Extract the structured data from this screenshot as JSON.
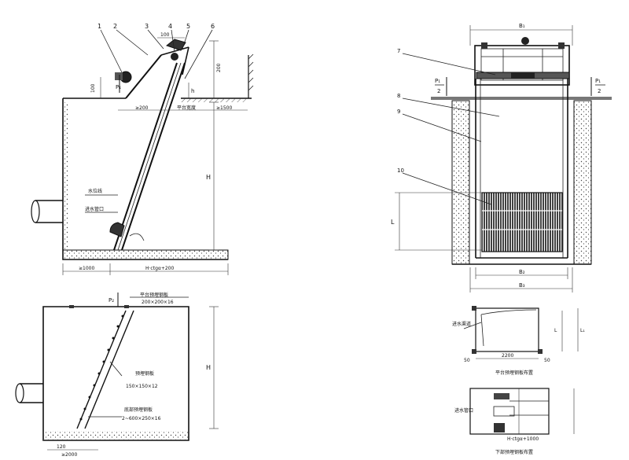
{
  "colors": {
    "ink": "#111111",
    "paper": "#ffffff",
    "hatch": "#444444"
  },
  "side_elevation": {
    "callouts": [
      "1",
      "2",
      "3",
      "4",
      "5",
      "6"
    ],
    "dims": {
      "top_small": "100",
      "right_top": "200",
      "left_small": "100",
      "mid_small": "h",
      "floor_gap": "≥200",
      "floor_label": "平台宽度",
      "floor_right": "≥1500",
      "height": "H",
      "bottom_left": "≥1000",
      "bottom_mid": "H·ctgα+200"
    },
    "labels": {
      "water_level": "水位线",
      "inlet": "进水管口"
    },
    "pressure": {
      "symbol": "P₁"
    }
  },
  "front_elevation": {
    "callouts": [
      "7",
      "8",
      "9",
      "10"
    ],
    "dims": {
      "top": "B₁",
      "height": "L",
      "bottom_inner": "B₂",
      "bottom_outer": "B₃"
    },
    "pressure_left": {
      "top": "P₁",
      "bottom": "2"
    },
    "pressure_right": {
      "top": "P₁",
      "bottom": "2"
    }
  },
  "section_view": {
    "pressure": "P₂",
    "labels": {
      "top_plate": "平台预埋钢板",
      "top_plate_size": "200×200×16",
      "mid_plate": "预埋钢板",
      "mid_plate_size": "150×150×12",
      "bottom_plate": "底部预埋钢板",
      "bottom_plate_size": "2~600×250×16"
    },
    "dims": {
      "height": "H",
      "bottom_a": "120",
      "bottom_b": "≥2000"
    }
  },
  "detail_top": {
    "label": "进水渠道",
    "dims": {
      "width": "2200",
      "small_left": "50",
      "small_right": "50",
      "h1": "L",
      "h2": "L₁"
    },
    "caption": "平台预埋钢板布置"
  },
  "detail_bottom": {
    "label": "进水管口",
    "dims": {
      "bottom": "H·ctgα+1000"
    },
    "caption": "下部预埋钢板布置"
  }
}
